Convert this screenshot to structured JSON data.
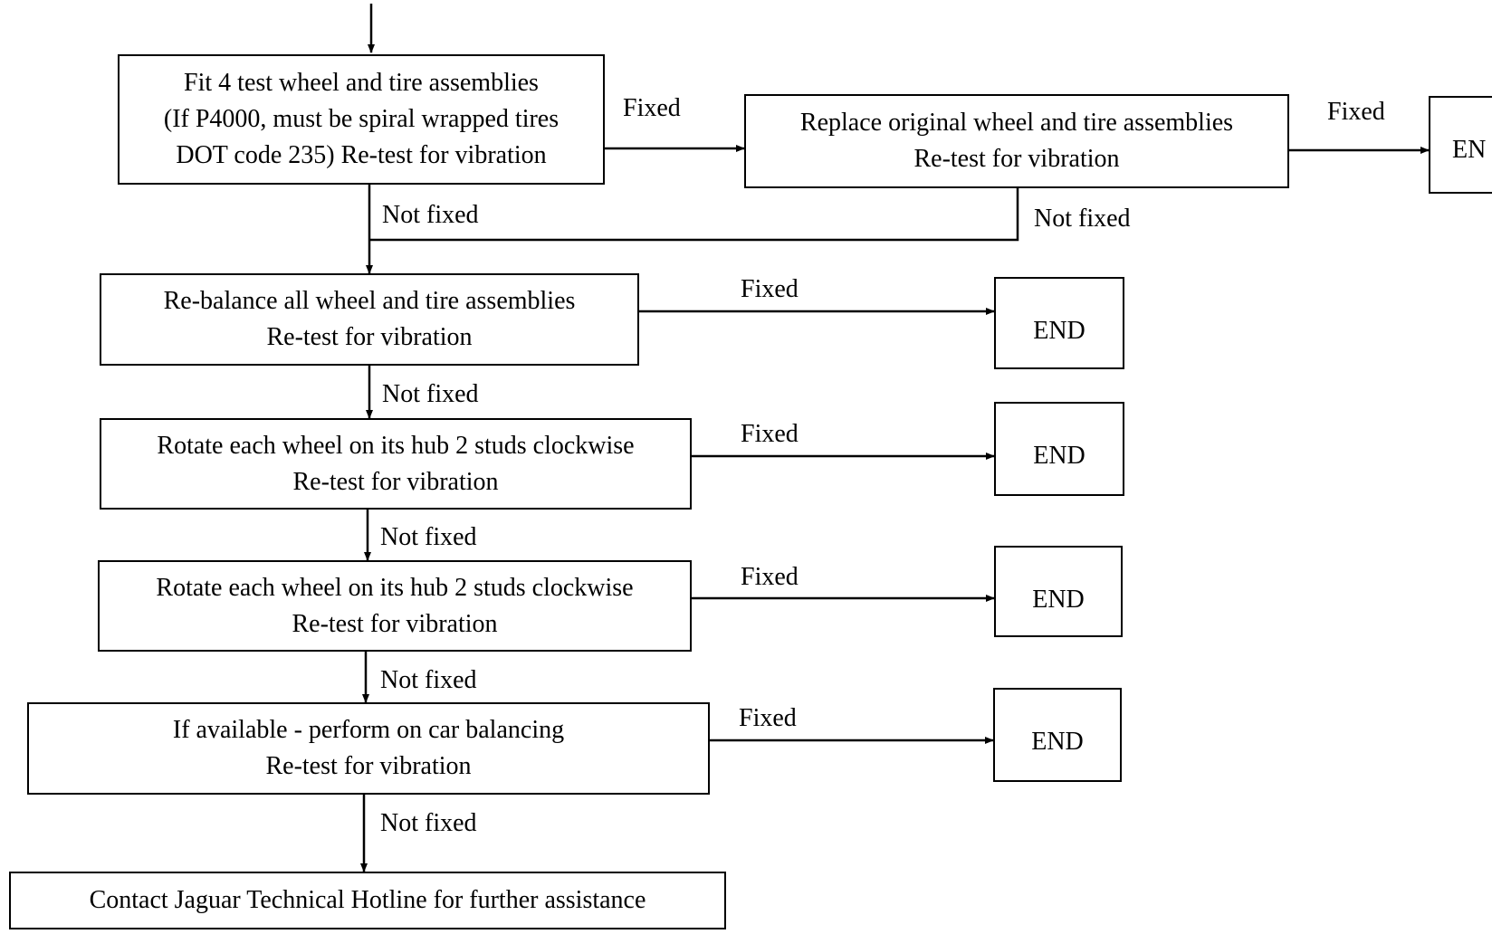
{
  "steps": {
    "fit_test_wheels": [
      "Fit 4 test wheel and tire assemblies",
      "(If P4000, must be spiral wrapped tires",
      "DOT code 235) Re-test for vibration"
    ],
    "replace_original": [
      "Replace original wheel and tire assemblies",
      "Re-test for vibration"
    ],
    "rebalance": [
      "Re-balance all wheel and tire assemblies",
      "Re-test for vibration"
    ],
    "rotate_1": [
      "Rotate each wheel on its hub 2 studs clockwise",
      "Re-test for vibration"
    ],
    "rotate_2": [
      "Rotate each wheel on its hub 2 studs clockwise",
      "Re-test for vibration"
    ],
    "on_car_balancing": [
      "If available - perform on car balancing",
      "Re-test for vibration"
    ],
    "contact_hotline": "Contact Jaguar Technical Hotline for further assistance"
  },
  "end_label": "END",
  "end_label_clipped": "EN",
  "edge_labels": {
    "fixed": "Fixed",
    "not_fixed": "Not fixed"
  }
}
